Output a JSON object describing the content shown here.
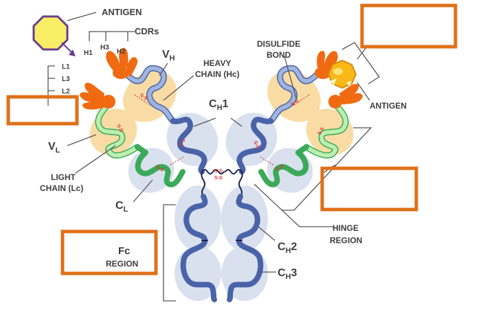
{
  "labels": {
    "antigen_left": "ANTIGEN",
    "cdrs": "CDRs",
    "h1": "H1",
    "h2": "H2",
    "h3": "H3",
    "l1": "L1",
    "l2": "L2",
    "l3": "L3",
    "vh_main": "V",
    "vh_sub": "H",
    "heavy_chain_1": "HEAVY",
    "heavy_chain_2": "CHAIN (Hc)",
    "disulfide_1": "DISULFIDE",
    "disulfide_2": "BOND",
    "antigen_right": "ANTIGEN",
    "ch1_main": "C",
    "ch1_sub": "H",
    "ch1_num": "1",
    "vl_main": "V",
    "vl_sub": "L",
    "light_chain_1": "LIGHT",
    "light_chain_2": "CHAIN (Lc)",
    "cl_main": "C",
    "cl_sub": "L",
    "hinge_1": "HINGE",
    "hinge_2": "REGION",
    "ch2_main": "C",
    "ch2_sub": "H",
    "ch2_num": "2",
    "ch3_main": "C",
    "ch3_sub": "H",
    "ch3_num": "3",
    "fc_1": "Fc",
    "fc_2": "REGION",
    "ss": "S-S"
  },
  "colors": {
    "answer_box_border": "#e07018",
    "heavy_constant": "#4a63a8",
    "heavy_variable": "#9fb4e0",
    "light_constant": "#3aaa58",
    "light_variable": "#bdeeb0",
    "variable_shadow": "#f8dca4",
    "constant_shadow": "#d9e0ee",
    "cdr_orange": "#f06a12",
    "antigen_octagon": "#f8ee66",
    "antigen_outline": "#6a3d8a",
    "antigen_bound": "#f8b818",
    "disulfide": "#e03030",
    "label_text": "#3d3d3d"
  }
}
